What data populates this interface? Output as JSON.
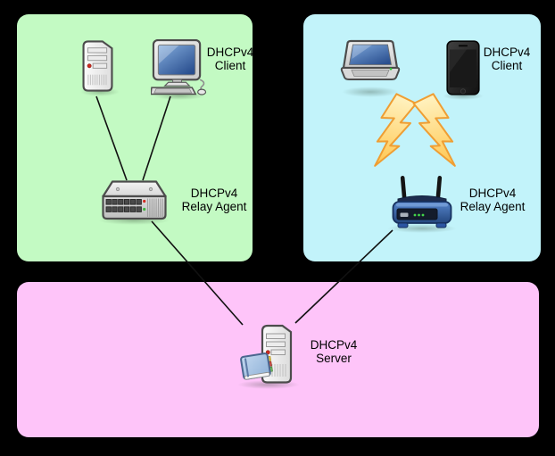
{
  "colors": {
    "background": "#000000",
    "wired_zone_bg": "#c3fac3",
    "wireless_zone_bg": "#c2f3fa",
    "server_zone_bg": "#fec4f9",
    "link_line": "#111111",
    "bolt_fill_light": "#fff3c2",
    "bolt_fill_dark": "#ffc64e",
    "bolt_stroke": "#ef9e33",
    "router_body_blue": "#2f5fa8",
    "text": "#000000"
  },
  "zones": {
    "wired_lan": {
      "bg": "#c3fac3",
      "client_label": {
        "line1": "DHCPv4",
        "line2": "Client"
      },
      "relay_label": {
        "line1": "DHCPv4",
        "line2": "Relay Agent"
      },
      "icons": [
        "tower-server-icon",
        "desktop-computer-icon",
        "network-switch-icon"
      ]
    },
    "wireless_lan": {
      "bg": "#c2f3fa",
      "client_label": {
        "line1": "DHCPv4",
        "line2": "Client"
      },
      "relay_label": {
        "line1": "DHCPv4",
        "line2": "Relay Agent"
      },
      "icons": [
        "laptop-icon",
        "smartphone-icon",
        "lightning-bolt-icon",
        "lightning-bolt-icon",
        "wireless-router-icon"
      ]
    },
    "server_network": {
      "bg": "#fec4f9",
      "server_label": {
        "line1": "DHCPv4",
        "line2": "Server"
      },
      "icons": [
        "server-with-book-icon"
      ]
    }
  }
}
